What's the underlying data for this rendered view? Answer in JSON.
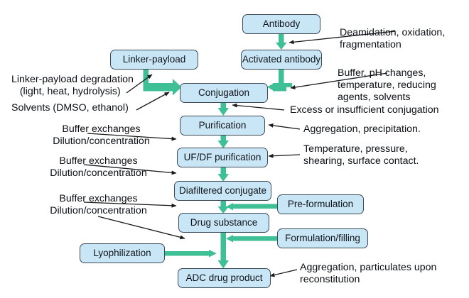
{
  "diagram": {
    "title": "ADC manufacturing process flow with degradation risks",
    "colors": {
      "node_fill": "#c9e6f7",
      "node_border": "#3d4a58",
      "flow_arrow": "#3fbf95",
      "leader_line": "#1a1a1a",
      "background": "#ffffff"
    },
    "nodes": [
      {
        "id": "antibody",
        "label": "Antibody"
      },
      {
        "id": "activated_antibody",
        "label": "Activated antibody"
      },
      {
        "id": "linker_payload",
        "label": "Linker-payload"
      },
      {
        "id": "conjugation",
        "label": "Conjugation"
      },
      {
        "id": "purification",
        "label": "Purification"
      },
      {
        "id": "ufdf_purification",
        "label": "UF/DF purification"
      },
      {
        "id": "diafiltered_conjugate",
        "label": "Diafiltered conjugate"
      },
      {
        "id": "drug_substance",
        "label": "Drug substance"
      },
      {
        "id": "adc_drug_product",
        "label": "ADC drug product"
      },
      {
        "id": "pre_formulation",
        "label": "Pre-formulation"
      },
      {
        "id": "formulation_filling",
        "label": "Formulation/filling"
      },
      {
        "id": "lyophilization",
        "label": "Lyophilization"
      }
    ],
    "annotations": [
      {
        "id": "note_deamidation",
        "text": "Deamidation, oxidation,\nfragmentation",
        "target": "antibody-to-activated-antibody"
      },
      {
        "id": "note_linker_degradation",
        "text": "Linker-payload degradation\n   (light, heat, hydrolysis)",
        "target": "linker-payload"
      },
      {
        "id": "note_solvents",
        "text": "Solvents (DMSO, ethanol)",
        "target": "conjugation"
      },
      {
        "id": "note_buffer_ph",
        "text": "Buffer, pH changes,\ntemperature, reducing\nagents, solvents",
        "target": "activated-antibody-to-conjugation"
      },
      {
        "id": "note_excess_conjugation",
        "text": "Excess or insufficient conjugation",
        "target": "conjugation"
      },
      {
        "id": "note_aggregation",
        "text": "Aggregation, precipitation.",
        "target": "purification"
      },
      {
        "id": "note_temperature_pressure",
        "text": "Temperature, pressure,\nshearing, surface contact.",
        "target": "ufdf-purification"
      },
      {
        "id": "note_buffer_exchange_1",
        "text": "Buffer exchanges\nDilution/concentration",
        "target": "ufdf-purification"
      },
      {
        "id": "note_buffer_exchange_2",
        "text": "Buffer exchanges\nDilution/concentration",
        "target": "diafiltered-conjugate"
      },
      {
        "id": "note_buffer_exchange_3",
        "text": "Buffer exchanges\nDilution/concentration",
        "target": "drug-substance"
      },
      {
        "id": "note_reconstitution",
        "text": "Aggregation, particulates upon\nreconstitution",
        "target": "adc-drug-product"
      }
    ]
  }
}
